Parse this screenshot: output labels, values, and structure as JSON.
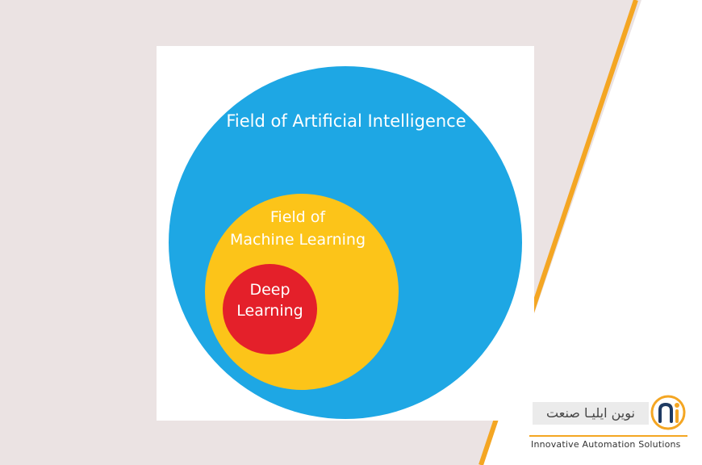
{
  "diagram": {
    "outer_label": "Field of Artificial Intelligence",
    "middle_label_line1": "Field of",
    "middle_label_line2": "Machine Learning",
    "inner_label_line1": "Deep",
    "inner_label_line2": "Learning",
    "colors": {
      "outer": "#1ea7e4",
      "middle": "#fcc419",
      "inner": "#e4202a",
      "stripe": "#f4a623",
      "background": "#ebe3e3"
    }
  },
  "brand": {
    "name_fa": "نوین ایلیـا صنعت",
    "tagline": "Innovative Automation Solutions",
    "logo_icon": "ni-logo-icon"
  }
}
